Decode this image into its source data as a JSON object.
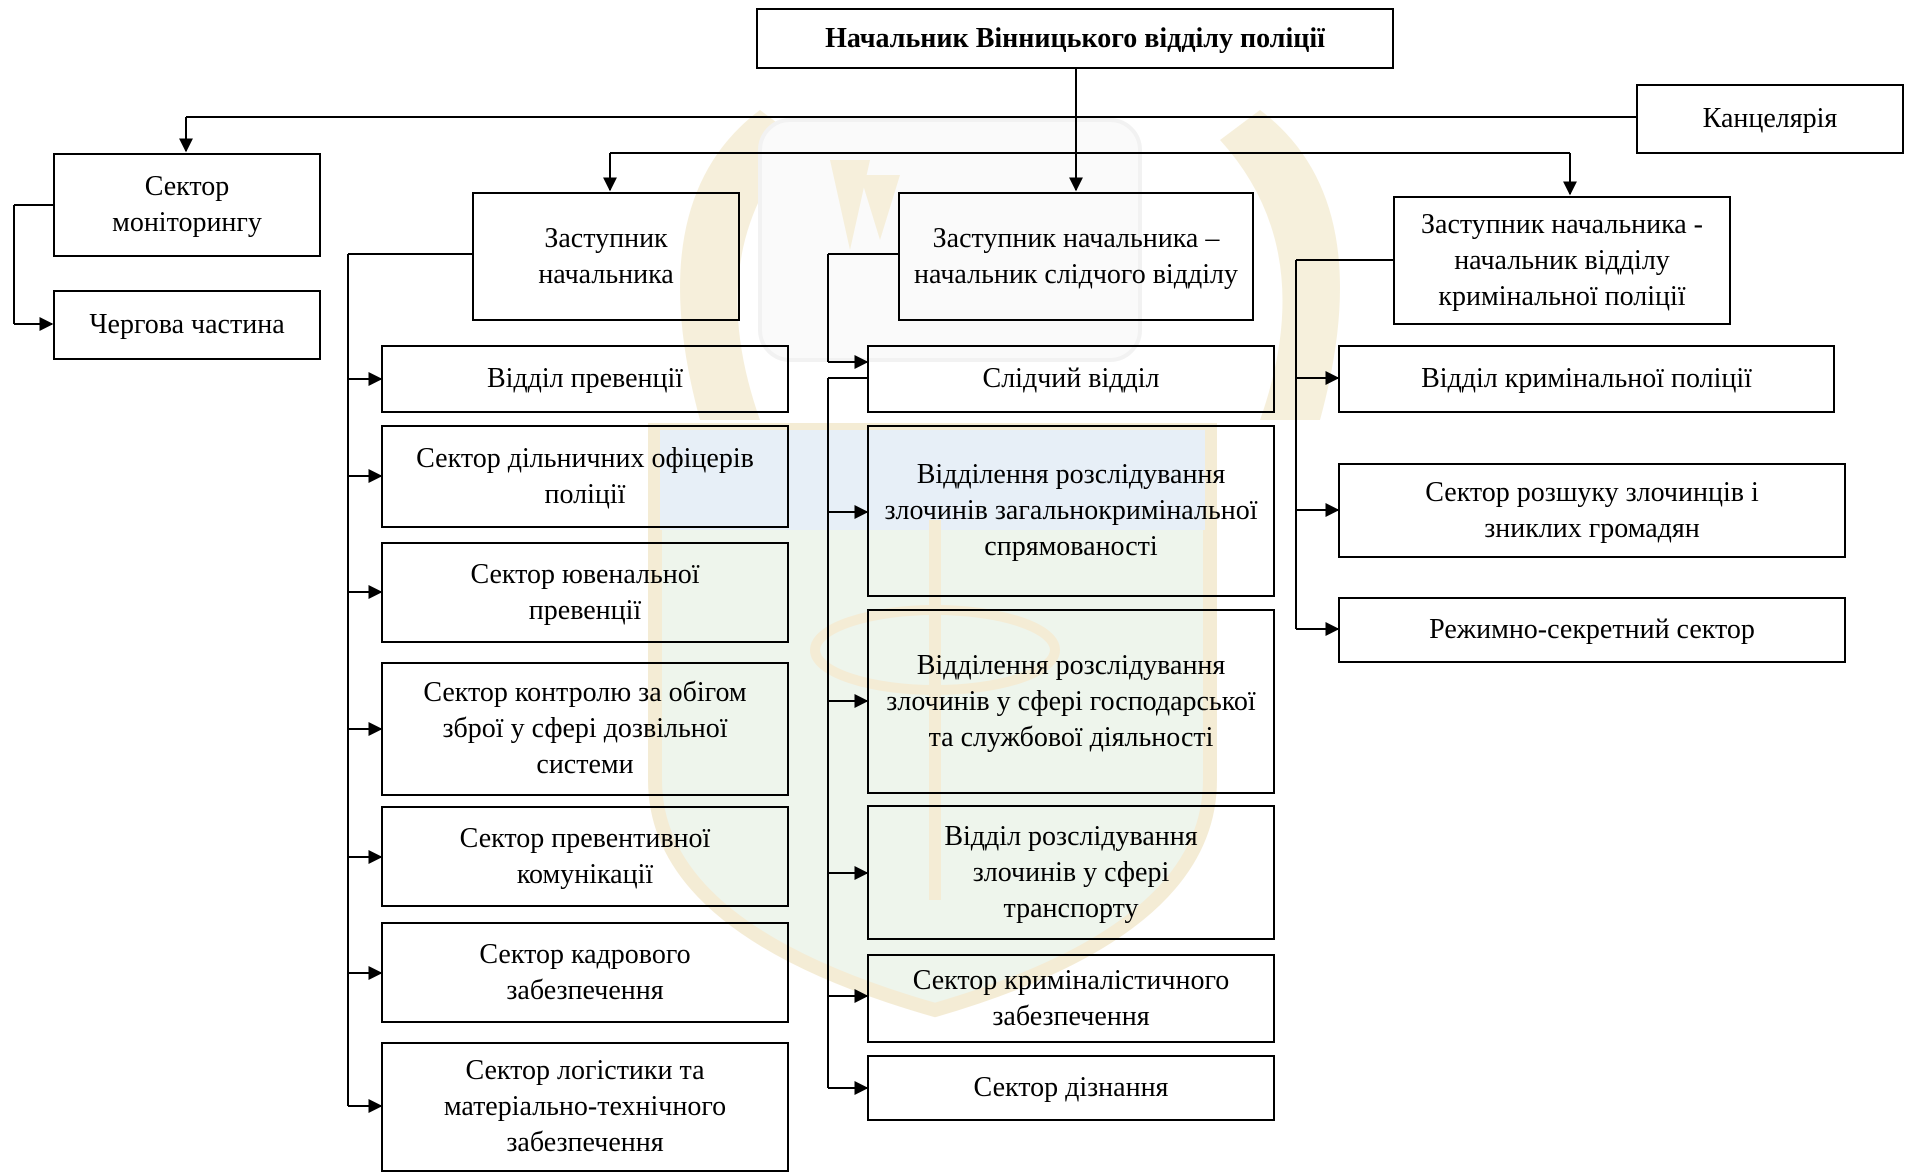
{
  "diagram": {
    "head": "Начальник Вінницького відділу поліції",
    "office": "Канцелярія",
    "monitoring": {
      "title": "Сектор моніторингу",
      "children": [
        "Чергова частина"
      ]
    },
    "deputy1": {
      "title": "Заступник начальника",
      "children": [
        "Відділ превенції",
        "Сектор дільничних офіцерів поліції",
        "Сектор ювенальної превенції",
        "Сектор контролю за обігом зброї у сфері дозвільної системи",
        "Сектор превентивної комунікації",
        "Сектор кадрового забезпечення",
        "Сектор логістики та матеріально-технічного забезпечення"
      ]
    },
    "deputy2": {
      "title": "Заступник начальника – начальник слідчого відділу",
      "children": [
        "Слідчий відділ",
        "Відділення розслідування злочинів загальнокримінальної спрямованості",
        "Відділення розслідування злочинів у сфері господарської та службової діяльності",
        "Відділ розслідування злочинів у сфері транспорту",
        "Сектор криміналістичного забезпечення",
        "Сектор дізнання"
      ]
    },
    "deputy3": {
      "title": "Заступник начальника - начальник відділу кримінальної поліції",
      "children": [
        "Відділ кримінальної поліції",
        "Сектор розшуку злочинців і зниклих громадян",
        "Режимно-секретний сектор"
      ]
    }
  }
}
